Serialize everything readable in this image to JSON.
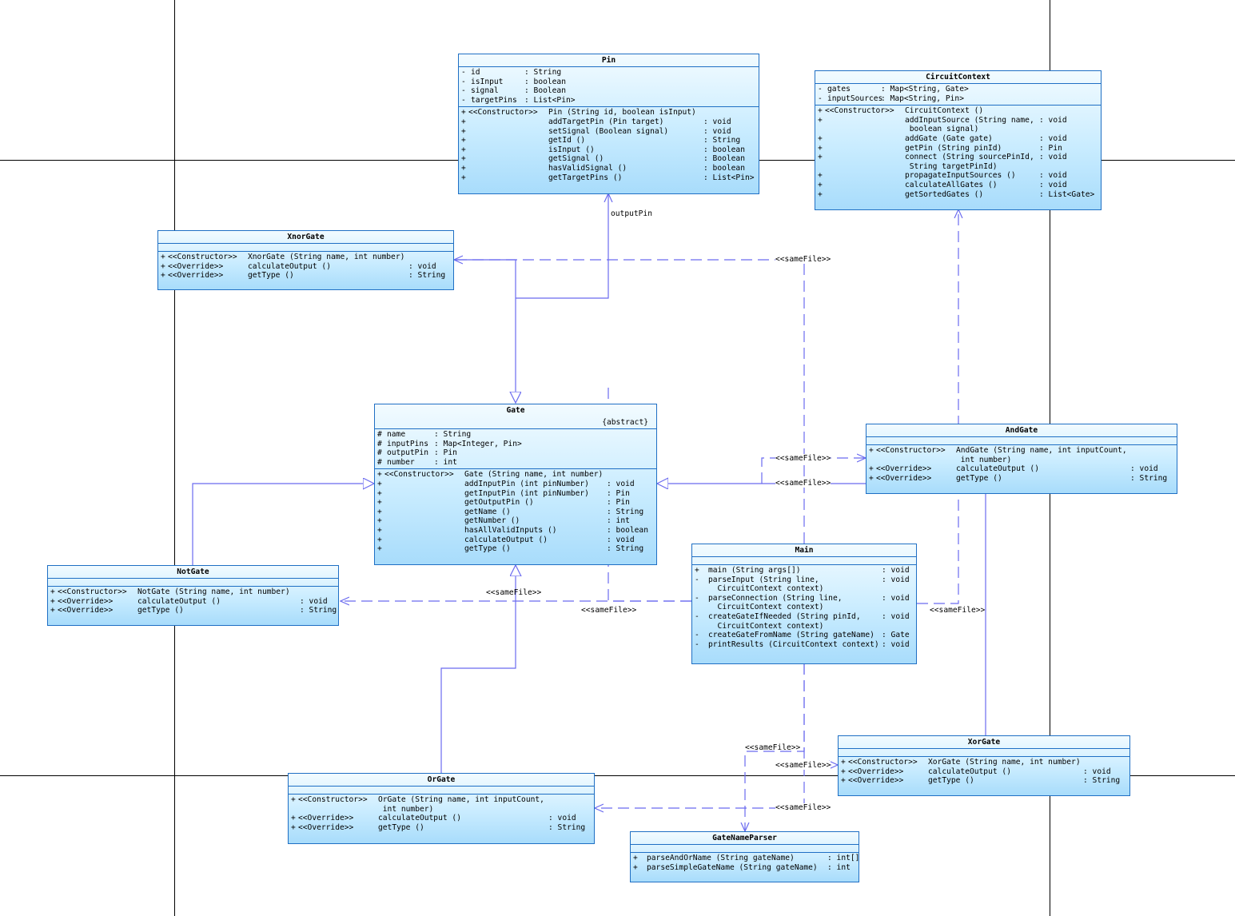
{
  "diagram": {
    "classes": {
      "pin": {
        "name": "Pin",
        "fields": [
          {
            "vis": "-",
            "name": "id",
            "type": ": String"
          },
          {
            "vis": "-",
            "name": "isInput",
            "type": ": boolean"
          },
          {
            "vis": "-",
            "name": "signal",
            "type": ": Boolean"
          },
          {
            "vis": "-",
            "name": "targetPins",
            "type": ": List<Pin>"
          }
        ],
        "methods": [
          {
            "vis": "+",
            "st": "<<Constructor>>",
            "sig": "Pin (String id, boolean isInput)",
            "ret": ""
          },
          {
            "vis": "+",
            "st": "",
            "sig": "addTargetPin (Pin target)",
            "ret": ": void"
          },
          {
            "vis": "+",
            "st": "",
            "sig": "setSignal (Boolean signal)",
            "ret": ": void"
          },
          {
            "vis": "+",
            "st": "",
            "sig": "getId ()",
            "ret": ": String"
          },
          {
            "vis": "+",
            "st": "",
            "sig": "isInput ()",
            "ret": ": boolean"
          },
          {
            "vis": "+",
            "st": "",
            "sig": "getSignal ()",
            "ret": ": Boolean"
          },
          {
            "vis": "+",
            "st": "",
            "sig": "hasValidSignal ()",
            "ret": ": boolean"
          },
          {
            "vis": "+",
            "st": "",
            "sig": "getTargetPins ()",
            "ret": ": List<Pin>"
          }
        ]
      },
      "circuit": {
        "name": "CircuitContext",
        "fields": [
          {
            "vis": "-",
            "name": "gates",
            "type": ": Map<String, Gate>"
          },
          {
            "vis": "-",
            "name": "inputSources",
            "type": ": Map<String, Pin>"
          }
        ],
        "methods": [
          {
            "vis": "+",
            "st": "<<Constructor>>",
            "sig": "CircuitContext ()",
            "ret": ""
          },
          {
            "vis": "+",
            "st": "",
            "sig": "addInputSource (String name,",
            "ret": ": void"
          },
          {
            "vis": "",
            "st": "",
            "sig": " boolean signal)",
            "ret": ""
          },
          {
            "vis": "+",
            "st": "",
            "sig": "addGate (Gate gate)",
            "ret": ": void"
          },
          {
            "vis": "+",
            "st": "",
            "sig": "getPin (String pinId)",
            "ret": ": Pin"
          },
          {
            "vis": "+",
            "st": "",
            "sig": "connect (String sourcePinId,",
            "ret": ": void"
          },
          {
            "vis": "",
            "st": "",
            "sig": " String targetPinId)",
            "ret": ""
          },
          {
            "vis": "+",
            "st": "",
            "sig": "propagateInputSources ()",
            "ret": ": void"
          },
          {
            "vis": "+",
            "st": "",
            "sig": "calculateAllGates ()",
            "ret": ": void"
          },
          {
            "vis": "+",
            "st": "",
            "sig": "getSortedGates ()",
            "ret": ": List<Gate>"
          }
        ]
      },
      "xnor": {
        "name": "XnorGate",
        "fields": [],
        "methods": [
          {
            "vis": "+",
            "st": "<<Constructor>>",
            "sig": "XnorGate (String name, int number)",
            "ret": ""
          },
          {
            "vis": "+",
            "st": "<<Override>>",
            "sig": "calculateOutput ()",
            "ret": ": void"
          },
          {
            "vis": "+",
            "st": "<<Override>>",
            "sig": "getType ()",
            "ret": ": String"
          }
        ]
      },
      "gate": {
        "name": "Gate",
        "stereotype": "{abstract}",
        "fields": [
          {
            "vis": "#",
            "name": "name",
            "type": ": String"
          },
          {
            "vis": "#",
            "name": "inputPins",
            "type": ": Map<Integer, Pin>"
          },
          {
            "vis": "#",
            "name": "outputPin",
            "type": ": Pin"
          },
          {
            "vis": "#",
            "name": "number",
            "type": ": int"
          }
        ],
        "methods": [
          {
            "vis": "+",
            "st": "<<Constructor>>",
            "sig": "Gate (String name, int number)",
            "ret": ""
          },
          {
            "vis": "+",
            "st": "",
            "sig": "addInputPin (int pinNumber)",
            "ret": ": void"
          },
          {
            "vis": "+",
            "st": "",
            "sig": "getInputPin (int pinNumber)",
            "ret": ": Pin"
          },
          {
            "vis": "+",
            "st": "",
            "sig": "getOutputPin ()",
            "ret": ": Pin"
          },
          {
            "vis": "+",
            "st": "",
            "sig": "getName ()",
            "ret": ": String"
          },
          {
            "vis": "+",
            "st": "",
            "sig": "getNumber ()",
            "ret": ": int"
          },
          {
            "vis": "+",
            "st": "",
            "sig": "hasAllValidInputs ()",
            "ret": ": boolean"
          },
          {
            "vis": "+",
            "st": "",
            "sig": "calculateOutput ()",
            "ret": ": void"
          },
          {
            "vis": "+",
            "st": "",
            "sig": "getType ()",
            "ret": ": String"
          }
        ]
      },
      "and": {
        "name": "AndGate",
        "fields": [],
        "methods": [
          {
            "vis": "+",
            "st": "<<Constructor>>",
            "sig": "AndGate (String name, int inputCount,",
            "ret": ""
          },
          {
            "vis": "",
            "st": "",
            "sig": " int number)",
            "ret": ""
          },
          {
            "vis": "+",
            "st": "<<Override>>",
            "sig": "calculateOutput ()",
            "ret": ": void"
          },
          {
            "vis": "+",
            "st": "<<Override>>",
            "sig": "getType ()",
            "ret": ": String"
          }
        ]
      },
      "not": {
        "name": "NotGate",
        "fields": [],
        "methods": [
          {
            "vis": "+",
            "st": "<<Constructor>>",
            "sig": "NotGate (String name, int number)",
            "ret": ""
          },
          {
            "vis": "+",
            "st": "<<Override>>",
            "sig": "calculateOutput ()",
            "ret": ": void"
          },
          {
            "vis": "+",
            "st": "<<Override>>",
            "sig": "getType ()",
            "ret": ": String"
          }
        ]
      },
      "main": {
        "name": "Main",
        "fields": [],
        "methods": [
          {
            "vis": "+",
            "st": "",
            "sig": "main (String args[])",
            "ret": ": void"
          },
          {
            "vis": "-",
            "st": "",
            "sig": "parseInput (String line,",
            "ret": ": void"
          },
          {
            "vis": "",
            "st": "",
            "sig": "  CircuitContext context)",
            "ret": ""
          },
          {
            "vis": "-",
            "st": "",
            "sig": "parseConnection (String line,",
            "ret": ": void"
          },
          {
            "vis": "",
            "st": "",
            "sig": "  CircuitContext context)",
            "ret": ""
          },
          {
            "vis": "-",
            "st": "",
            "sig": "createGateIfNeeded (String pinId,",
            "ret": ": void"
          },
          {
            "vis": "",
            "st": "",
            "sig": "  CircuitContext context)",
            "ret": ""
          },
          {
            "vis": "-",
            "st": "",
            "sig": "createGateFromName (String gateName)",
            "ret": ": Gate"
          },
          {
            "vis": "-",
            "st": "",
            "sig": "printResults (CircuitContext context)",
            "ret": ": void"
          }
        ]
      },
      "xor": {
        "name": "XorGate",
        "fields": [],
        "methods": [
          {
            "vis": "+",
            "st": "<<Constructor>>",
            "sig": "XorGate (String name, int number)",
            "ret": ""
          },
          {
            "vis": "+",
            "st": "<<Override>>",
            "sig": "calculateOutput ()",
            "ret": ": void"
          },
          {
            "vis": "+",
            "st": "<<Override>>",
            "sig": "getType ()",
            "ret": ": String"
          }
        ]
      },
      "or": {
        "name": "OrGate",
        "fields": [],
        "methods": [
          {
            "vis": "+",
            "st": "<<Constructor>>",
            "sig": "OrGate (String name, int inputCount,",
            "ret": ""
          },
          {
            "vis": "",
            "st": "",
            "sig": " int number)",
            "ret": ""
          },
          {
            "vis": "+",
            "st": "<<Override>>",
            "sig": "calculateOutput ()",
            "ret": ": void"
          },
          {
            "vis": "+",
            "st": "<<Override>>",
            "sig": "getType ()",
            "ret": ": String"
          }
        ]
      },
      "parser": {
        "name": "GateNameParser",
        "fields": [],
        "methods": [
          {
            "vis": "+",
            "st": "",
            "sig": "parseAndOrName (String gateName)",
            "ret": ": int[]"
          },
          {
            "vis": "+",
            "st": "",
            "sig": "parseSimpleGateName (String gateName)",
            "ret": ": int"
          }
        ]
      }
    },
    "labels": {
      "output_pin": "outputPin",
      "same_file": "<<sameFile>>"
    },
    "colors": {
      "border": "#1f6fc4",
      "connector": "#6b6bef",
      "grid": "#000000"
    }
  }
}
